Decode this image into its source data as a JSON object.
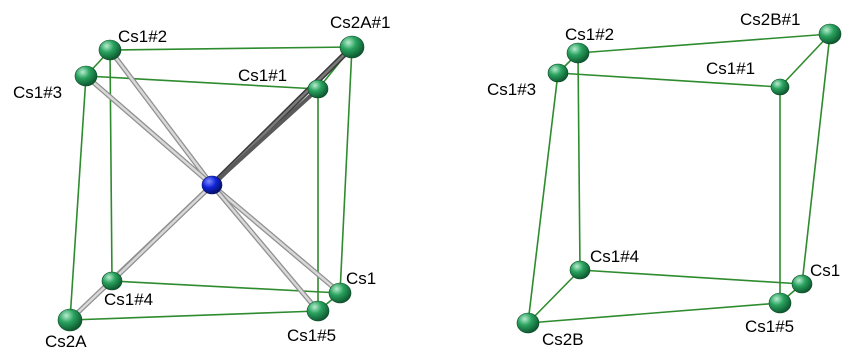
{
  "colors": {
    "edge": "#2e8b2e",
    "atom": "#1f8a4c",
    "atom_highlight": "#a8e0bf",
    "center_atom": "#1020c8",
    "bond_light": "#bdbdbd",
    "bond_dark": "#555555"
  },
  "left": {
    "labels": {
      "cs1_2": "Cs1#2",
      "cs2a_1": "Cs2A#1",
      "cs1_1": "Cs1#1",
      "cs1_3": "Cs1#3",
      "cs1": "Cs1",
      "cs1_4": "Cs1#4",
      "cs2a": "Cs2A",
      "cs1_5": "Cs1#5"
    }
  },
  "right": {
    "labels": {
      "cs1_2": "Cs1#2",
      "cs2b_1": "Cs2B#1",
      "cs1_1": "Cs1#1",
      "cs1_3": "Cs1#3",
      "cs1_4": "Cs1#4",
      "cs1": "Cs1",
      "cs2b": "Cs2B",
      "cs1_5": "Cs1#5"
    }
  }
}
